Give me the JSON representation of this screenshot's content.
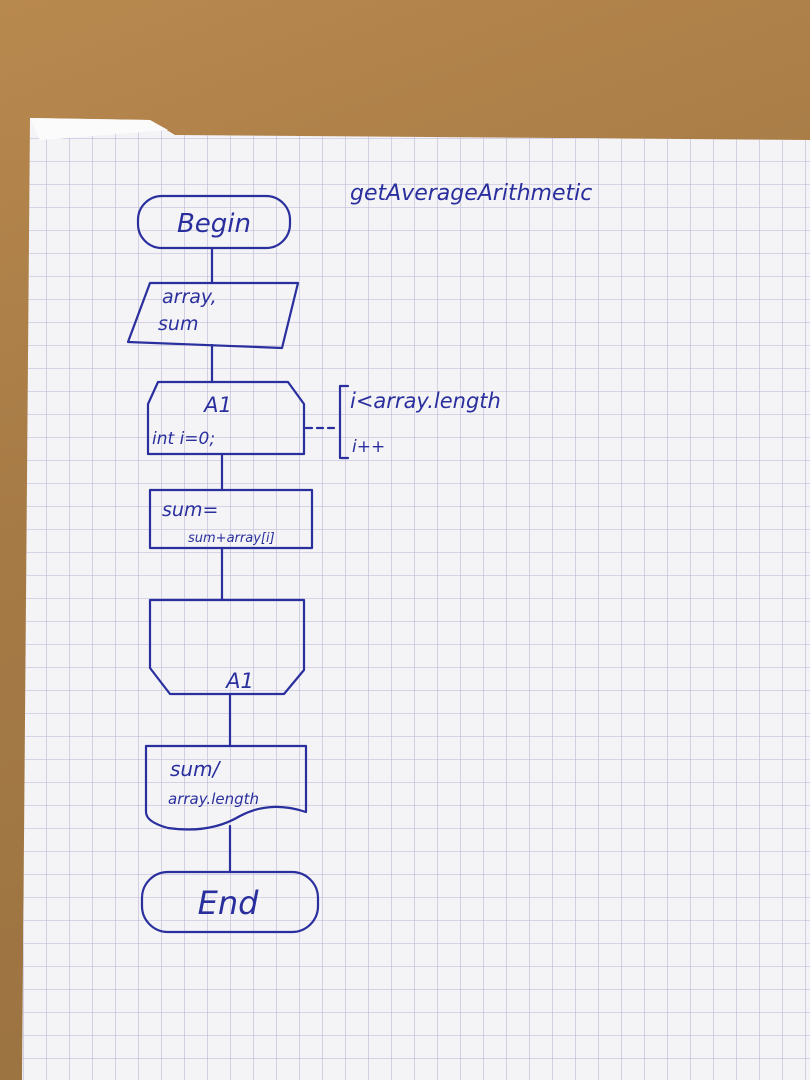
{
  "diagram": {
    "title": "getAverageArithmetic",
    "nodes": {
      "begin": "Begin",
      "input_line1": "array,",
      "input_line2": "sum",
      "loop_start_label": "A1",
      "loop_start_init": "int i=0;",
      "loop_condition": "i<array.length",
      "loop_increment": "i++",
      "process_line1": "sum=",
      "process_line2": "sum+array[i]",
      "loop_end_label": "A1",
      "output_line1": "sum/",
      "output_line2": "array.length",
      "end": "End"
    }
  },
  "colors": {
    "ink": "#2a2f9e",
    "paper": "#f4f3f6",
    "grid": "#b9b3d6",
    "table": "#a67a45"
  }
}
